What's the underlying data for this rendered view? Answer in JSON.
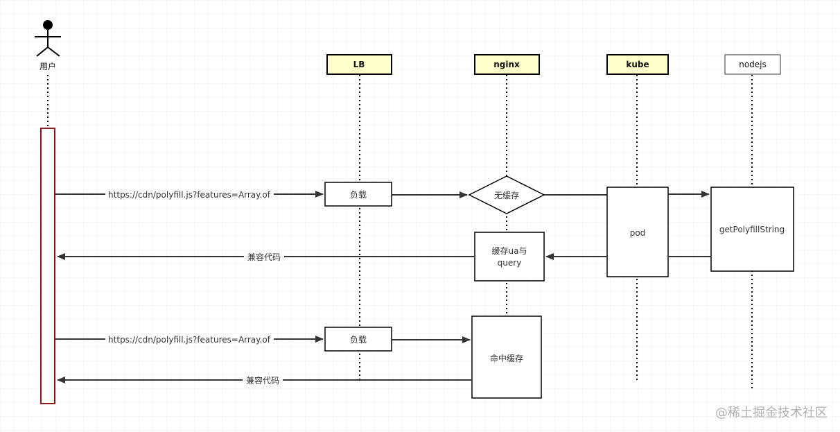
{
  "actor": {
    "label": "用户"
  },
  "participants": {
    "lb": {
      "label": "LB",
      "color": "#ffffcc"
    },
    "nginx": {
      "label": "nginx",
      "color": "#ffffcc"
    },
    "kube": {
      "label": "kube",
      "color": "#ffffcc"
    },
    "nodejs": {
      "label": "nodejs",
      "color": "#ffffff"
    }
  },
  "flow1": {
    "request_label": "https://cdn/polyfill.js?features=Array.of",
    "lb_box": "负载",
    "decision": "无缓存",
    "pod": "pod",
    "nodejs_fn": "getPolyfillString",
    "cache_box_line1": "缓存ua与",
    "cache_box_line2": "query",
    "response_label": "兼容代码"
  },
  "flow2": {
    "request_label": "https://cdn/polyfill.js?features=Array.of",
    "lb_box": "负载",
    "hit_box": "命中缓存",
    "response_label": "兼容代码"
  },
  "watermark": "@稀土掘金技术社区",
  "colors": {
    "activation_border": "#8b1a1a",
    "line": "#333333",
    "grid": "#ececec"
  }
}
